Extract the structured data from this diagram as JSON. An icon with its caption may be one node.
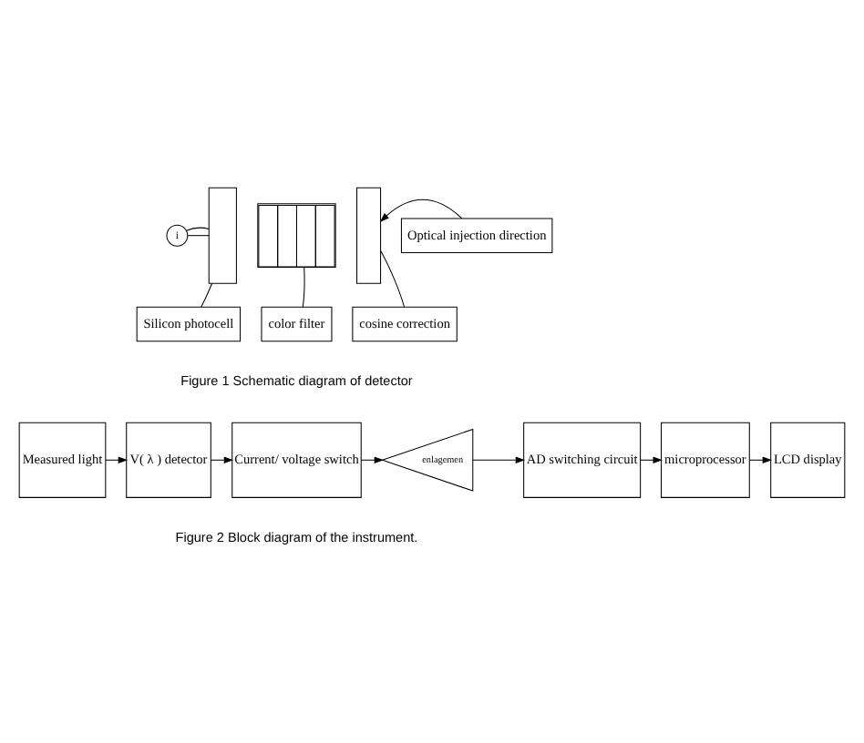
{
  "diagram": {
    "nodes": [
      {
        "text": [],
        "shape": "box"
      },
      {
        "text": [],
        "shape": "box"
      },
      {
        "text": [],
        "shape": "box"
      },
      {
        "text": [
          "Optical injection direction"
        ]
      },
      {
        "text": [
          "i"
        ]
      },
      {
        "text": [
          "Silicon photocell"
        ]
      },
      {
        "text": [
          "color filter"
        ]
      },
      {
        "text": [
          "cosine correction"
        ]
      },
      {
        "text": [
          "Measured light"
        ]
      },
      {
        "text": [
          "V( λ ) detector"
        ]
      },
      {
        "text": [
          "Current/ voltage switch"
        ]
      },
      {
        "text": [
          "enlagemen"
        ]
      },
      {
        "text": [
          "AD switching circuit"
        ]
      },
      {
        "text": [
          "microprocessor"
        ]
      },
      {
        "text": [
          "LCD display"
        ]
      }
    ],
    "edges": [
      {
        "from": 3,
        "to": 2,
        "arrow": "to"
      },
      {
        "from": 4,
        "to": 0,
        "arrow": "none"
      },
      {
        "from": 4,
        "to": 0,
        "arrow": "none"
      },
      {
        "from": 5,
        "to": 0,
        "arrow": "none"
      },
      {
        "from": 6,
        "to": 1,
        "arrow": "none"
      },
      {
        "from": 7,
        "to": 2,
        "arrow": "none"
      },
      {
        "from": 8,
        "to": 9,
        "arrow": "to"
      },
      {
        "from": 9,
        "to": 10,
        "arrow": "to"
      },
      {
        "from": 10,
        "to": 11,
        "arrow": "to"
      },
      {
        "from": 11,
        "to": 12,
        "arrow": "to"
      },
      {
        "from": 12,
        "to": 13,
        "arrow": "to"
      },
      {
        "from": 13,
        "to": 14,
        "arrow": "to"
      }
    ],
    "labels": [
      "Figure 1 Schematic diagram of detector",
      "Figure 2 Block diagram of the instrument."
    ]
  }
}
